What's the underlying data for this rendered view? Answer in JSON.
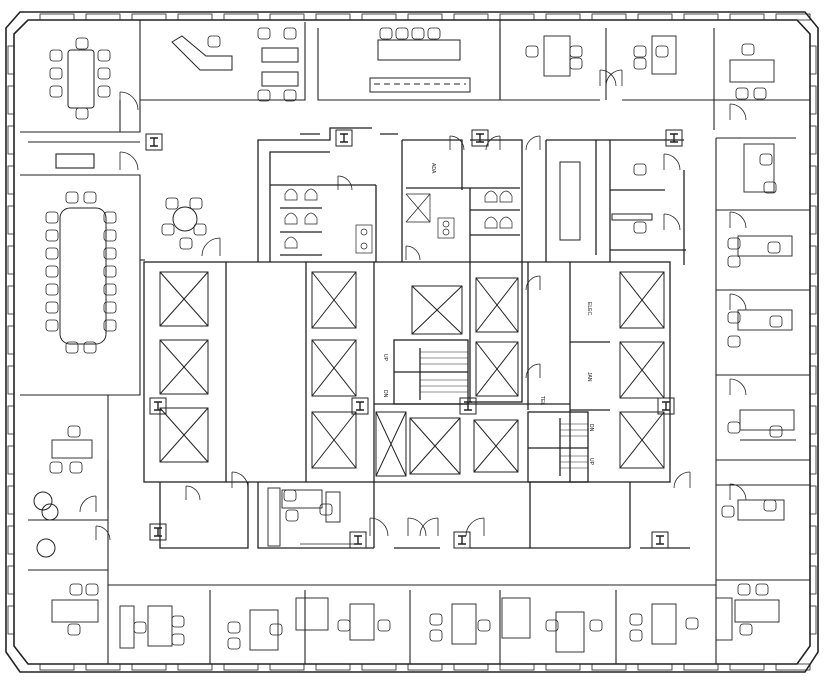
{
  "drawing": {
    "line_color": "#222222",
    "background": "#ffffff"
  },
  "rooms": {
    "ada": "ADA",
    "elec": "ELEC.",
    "jan": "JAN",
    "tel": "TEL"
  },
  "stairs": {
    "up": "UP",
    "dn": "DN",
    "dn_right": "DN",
    "up_right": "UP"
  }
}
